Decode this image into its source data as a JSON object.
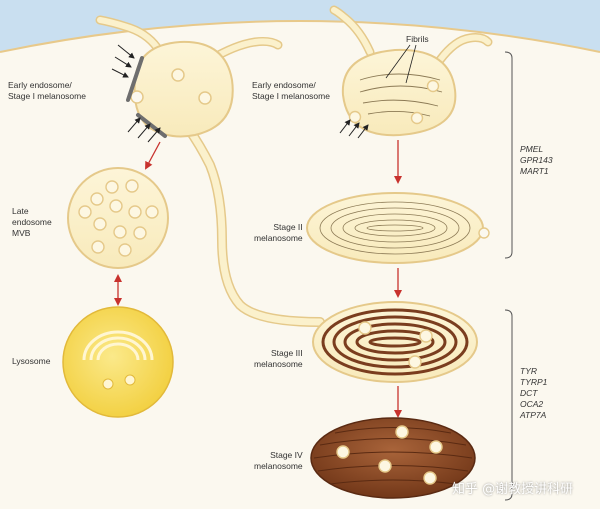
{
  "labels": {
    "early_endosome_left": "Early endosome/\nStage I melanosome",
    "early_endosome_right": "Early endosome/\nStage I melanosome",
    "late_endosome": "Late\nendosome\nMVB",
    "lysosome": "Lysosome",
    "fibrils": "Fibrils",
    "stage2": "Stage II\nmelanosome",
    "stage3": "Stage III\nmelanosome",
    "stage4": "Stage IV\nmelanosome"
  },
  "genes_upper": "PMEL\nGPR143\nMART1",
  "genes_lower": "TYR\nTYRP1\nDCT\nOCA2\nATP7A",
  "watermark": "知乎 @谢教授讲科研",
  "colors": {
    "background": "#fbf8ef",
    "cytoplasm": "#f7efd8",
    "vesicle_fill": "#fbf1cc",
    "vesicle_stroke": "#e5c98a",
    "lysosome": "#f6dc5a",
    "stage3_bands": "#7a3d1e",
    "stage4_fill": "#8b4a28",
    "arrow_red": "#c8322d",
    "receptor": "#6e6e6e"
  }
}
